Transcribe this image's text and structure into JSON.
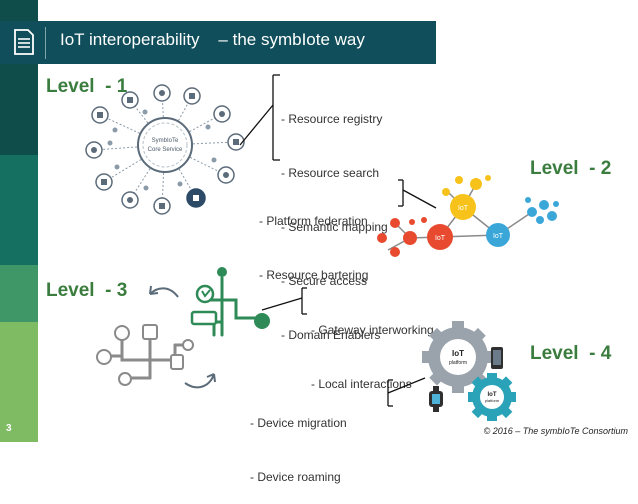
{
  "slide": {
    "title": "IoT interoperability    – the symbIote way",
    "number": "3",
    "footer": "© 2016 – The symbIoTe Consortium"
  },
  "levels": [
    {
      "label": "Level  - 1",
      "items": [
        "- Resource registry",
        "- Resource search",
        "- Semantic mapping",
        "- Secure access",
        "- Domain Enablers"
      ]
    },
    {
      "label": "Level  - 2",
      "items": [
        "- Platform federation",
        "- Resource bartering"
      ]
    },
    {
      "label": "Level  - 3",
      "items": [
        "- Gateway interworking",
        "- Local interactions"
      ]
    },
    {
      "label": "Level  - 4",
      "items": [
        "- Device migration",
        "- Device roaming"
      ]
    }
  ],
  "diagram": {
    "core_service_label_line1": "SymbIoTe",
    "core_service_label_line2": "Core Service",
    "iot_node_label": "IoT",
    "gear_label_line1": "IoT",
    "gear_label_line2": "platform"
  },
  "colors": {
    "strip_dark": "#0e4d4a",
    "title_bar": "#0f4e5a",
    "level_text": "#3a7d3e",
    "orange": "#f5a524",
    "red": "#e84a2f",
    "blue": "#3ba7d9",
    "yellow": "#f7c31b",
    "circuit_green": "#2e8b57"
  }
}
